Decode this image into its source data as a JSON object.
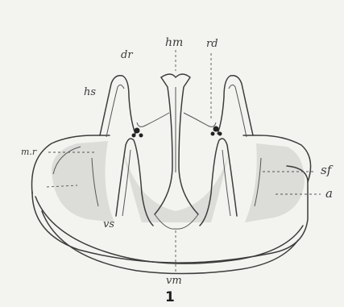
{
  "figure": {
    "number": "1",
    "labels": {
      "hm": "hm",
      "dr": "dr",
      "rd": "rd",
      "hs": "hs",
      "mr": "m.r",
      "sf": "sf",
      "a": "a",
      "vs": "vs",
      "vm": "vm"
    }
  }
}
